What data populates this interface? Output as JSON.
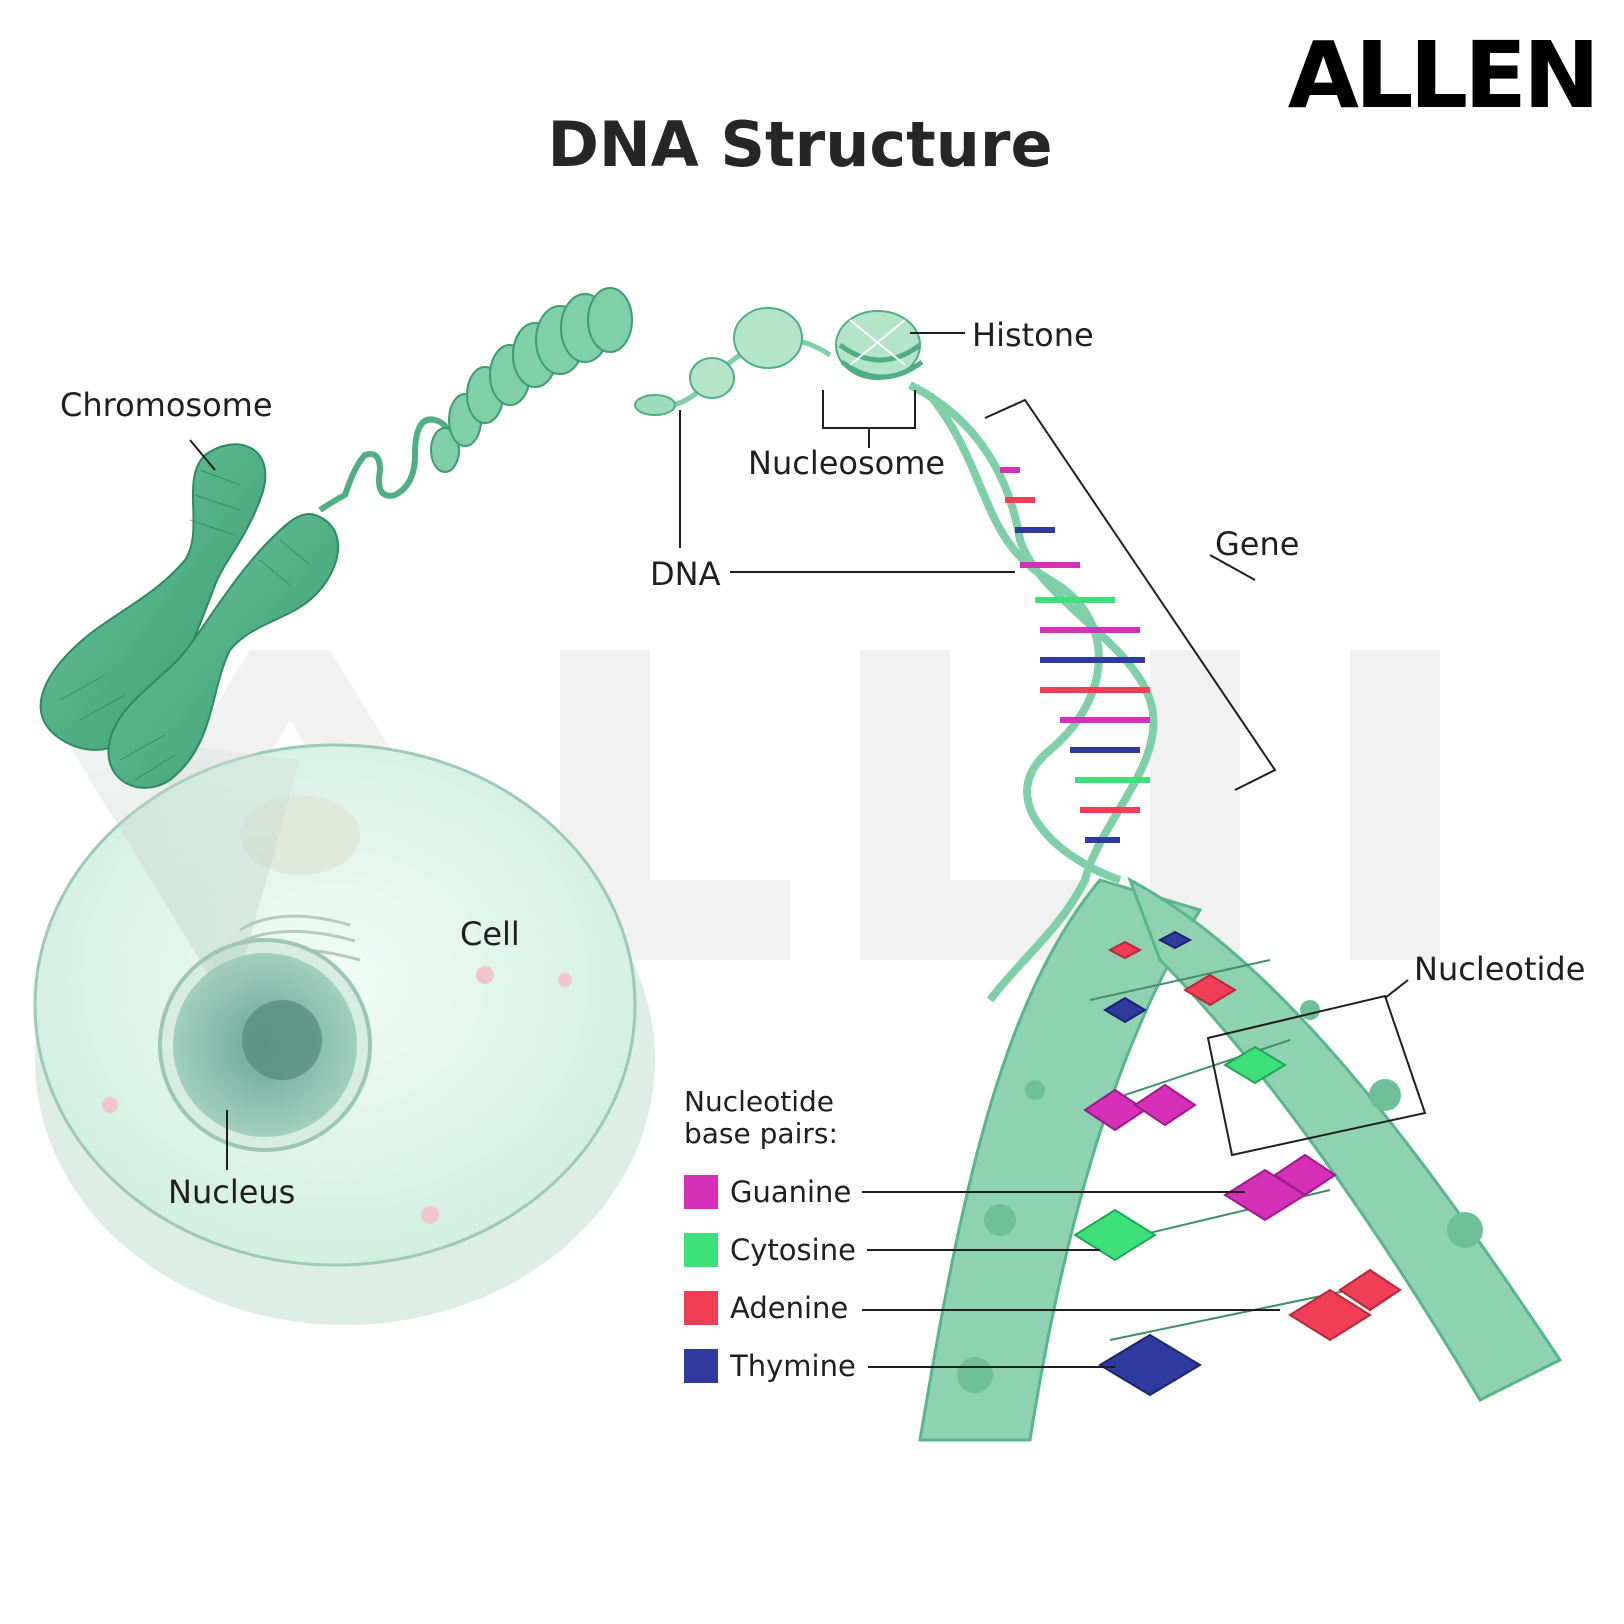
{
  "title": "DNA Structure",
  "brand": "ALLEN",
  "labels": {
    "chromosome": "Chromosome",
    "histone": "Histone",
    "nucleosome": "Nucleosome",
    "dna": "DNA",
    "gene": "Gene",
    "cell": "Cell",
    "nucleus": "Nucleus",
    "nucleotide": "Nucleotide"
  },
  "legend": {
    "title_line1": "Nucleotide",
    "title_line2": "base pairs:",
    "items": [
      {
        "name": "Guanine",
        "color": "#d62fb8"
      },
      {
        "name": "Cytosine",
        "color": "#3ee07a"
      },
      {
        "name": "Adenine",
        "color": "#ef3e55"
      },
      {
        "name": "Thymine",
        "color": "#2f3a9e"
      }
    ]
  },
  "colors": {
    "strand": "#7fcfa8",
    "strand_dark": "#5ab58a",
    "cell_fill": "#e4f5ee",
    "chromosome": "#4fae83"
  }
}
